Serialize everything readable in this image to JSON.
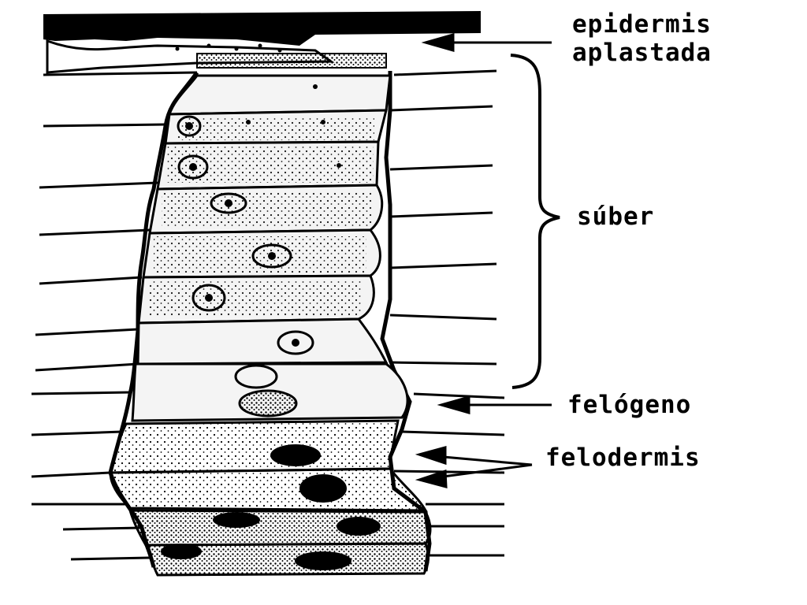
{
  "labels": {
    "epidermis_line1": "epidermis",
    "epidermis_line2": "aplastada",
    "suber": "súber",
    "felogeno": "felógeno",
    "felodermis": "felodermis"
  },
  "colors": {
    "ink": "#000000",
    "background": "#ffffff",
    "cell_fill": "#f4f4f4"
  }
}
